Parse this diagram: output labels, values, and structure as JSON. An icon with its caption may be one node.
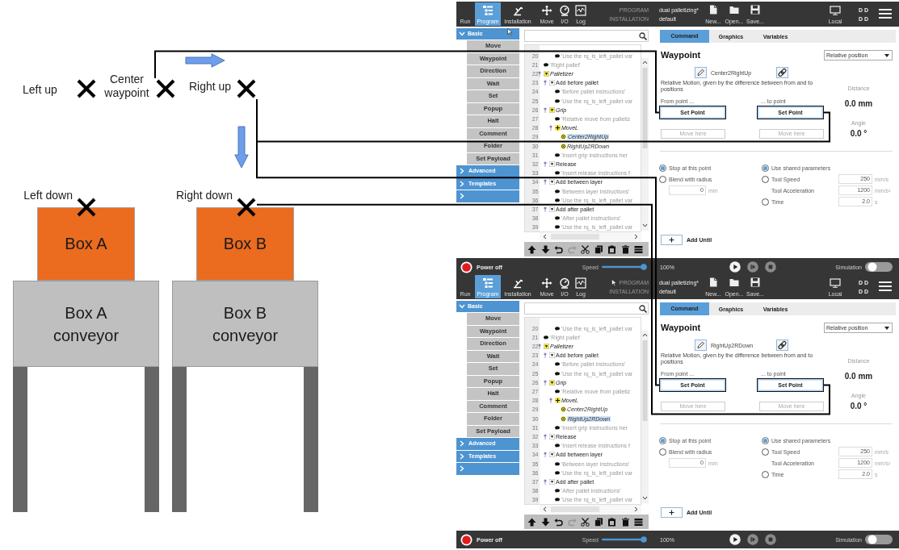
{
  "diagram": {
    "nodes": [
      {
        "text": [],
        "shape": "cross",
        "beside": [
          "Left up"
        ]
      },
      {
        "text": [],
        "shape": "cross",
        "beside": [
          "Center waypoint"
        ]
      },
      {
        "text": [],
        "shape": "cross",
        "beside": [
          "Right up"
        ]
      },
      {
        "text": [],
        "shape": "cross",
        "beside": [
          "Left down"
        ]
      },
      {
        "text": [],
        "shape": "cross",
        "beside": [
          "Right down"
        ]
      },
      {
        "text": [
          "Box A"
        ]
      },
      {
        "text": [
          "Box B"
        ]
      },
      {
        "text": [
          "Box A conveyor"
        ]
      },
      {
        "text": [
          "Box B conveyor"
        ]
      },
      {
        "text": [
          "Set Point"
        ],
        "beside": [
          "From point ..."
        ]
      },
      {
        "text": [
          "Set Point"
        ],
        "beside": [
          "... to point"
        ]
      },
      {
        "text": [
          "Set Point"
        ],
        "beside": [
          "From point ..."
        ]
      },
      {
        "text": [
          "Set Point"
        ],
        "beside": [
          "... to point"
        ]
      }
    ],
    "edges": [
      {
        "from": 1,
        "to": 9,
        "arrow": "none"
      },
      {
        "from": 2,
        "to": 10,
        "arrow": "none"
      },
      {
        "from": 2,
        "to": 11,
        "arrow": "none"
      },
      {
        "from": 4,
        "to": 12,
        "arrow": "none"
      },
      {
        "from": 1,
        "to": 2,
        "arrow": "to",
        "style": "thick",
        "color": "#6d9eeb"
      },
      {
        "from": 2,
        "to": 4,
        "arrow": "to",
        "style": "thick",
        "color": "#6d9eeb"
      }
    ],
    "labels": [
      "Run",
      "Program",
      "Installation",
      "Move",
      "I/O",
      "Log",
      "PROGRAM",
      "dual palletizing*",
      "INSTALLATION",
      "default",
      "New...",
      "Open...",
      "Save...",
      "Local",
      "D D",
      "D D",
      "Basic",
      "Move",
      "Waypoint",
      "Direction",
      "Wait",
      "Set",
      "Popup",
      "Halt",
      "Comment",
      "Folder",
      "Set Payload",
      "Advanced",
      "Templates",
      "20",
      "'Use the rq_is_left_pallet var",
      "21",
      "'Right pallet'",
      "22",
      "Palletizer",
      "23",
      "Add before pallet",
      "24",
      "'Before pallet instructions'",
      "25",
      "'Use the rq_is_left_pallet var",
      "26",
      "Grip",
      "27",
      "'Relative move from palletiz",
      "28",
      "MoveL",
      "29",
      "Center2RightUp",
      "30",
      "RightUp2RDown",
      "31",
      "'Insert grip instructions her",
      "32",
      "Release",
      "33",
      "'Insert release instructions f",
      "34",
      "Add between layer",
      "35",
      "'Between layer instructions'",
      "36",
      "'Use the rq_is_left_pallet var",
      "37",
      "Add after pallet",
      "38",
      "'After pallet instructions'",
      "39",
      "'Use the rq_is_left_pallet var",
      "Command",
      "Graphics",
      "Variables",
      "Waypoint",
      "Relative position",
      "Center2RightUp",
      "Relative Motion, given by the difference between from and to positions",
      "Distance",
      "0.0 mm",
      "Angle",
      "0.0 °",
      "Move here",
      "Move here",
      "Stop at this point",
      "Blend with radius",
      "0",
      "mm",
      "Use shared parameters",
      "Tool Speed",
      "250",
      "mm/s",
      "Tool Acceleration",
      "1200",
      "mm/s²",
      "Time",
      "2.0",
      "s",
      "Add Until",
      "Power off",
      "Speed",
      "100%",
      "Simulation",
      "Run",
      "Program",
      "Installation",
      "Move",
      "I/O",
      "Log",
      "PROGRAM",
      "dual palletizing*",
      "INSTALLATION",
      "default",
      "New...",
      "Open...",
      "Save...",
      "Local",
      "D D",
      "D D",
      "Basic",
      "Move",
      "Waypoint",
      "Direction",
      "Wait",
      "Set",
      "Popup",
      "Halt",
      "Comment",
      "Folder",
      "Set Payload",
      "Advanced",
      "Templates",
      "20",
      "'Use the rq_is_left_pallet var",
      "21",
      "'Right pallet'",
      "22",
      "Palletizer",
      "23",
      "Add before pallet",
      "24",
      "'Before pallet instructions'",
      "25",
      "'Use the rq_is_left_pallet var",
      "26",
      "Grip",
      "27",
      "'Relative move from palletiz",
      "28",
      "MoveL",
      "29",
      "Center2RightUp",
      "30",
      "RightUp2RDown",
      "31",
      "'Insert grip instructions her",
      "32",
      "Release",
      "33",
      "'Insert release instructions f",
      "34",
      "Add between layer",
      "35",
      "'Between layer instructions'",
      "36",
      "'Use the rq_is_left_pallet var",
      "37",
      "Add after pallet",
      "38",
      "'After pallet instructions'",
      "39",
      "'Use the rq_is_left_pallet var",
      "Command",
      "Graphics",
      "Variables",
      "Waypoint",
      "Relative position",
      "RightUp2RDown",
      "Relative Motion, given by the difference between from and to positions",
      "Distance",
      "0.0 mm",
      "Angle",
      "0.0 °",
      "Move here",
      "Move here",
      "Stop at this point",
      "Blend with radius",
      "0",
      "mm",
      "Use shared parameters",
      "Tool Speed",
      "250",
      "mm/s",
      "Tool Acceleration",
      "1200",
      "mm/s²",
      "Time",
      "2.0",
      "s",
      "Add Until",
      "Power off",
      "Speed",
      "100%",
      "Simulation"
    ]
  }
}
